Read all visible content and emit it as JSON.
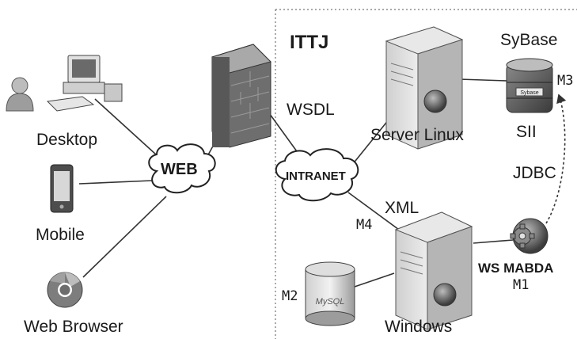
{
  "zone": {
    "title": "ITTJ"
  },
  "nodes": {
    "desktop": {
      "label": "Desktop"
    },
    "mobile": {
      "label": "Mobile"
    },
    "browser": {
      "label": "Web Browser"
    },
    "web_cloud": {
      "label": "WEB"
    },
    "intranet_cloud": {
      "label": "INTRANET"
    },
    "server_linux": {
      "label": "Server Linux"
    },
    "sybase": {
      "label": "SyBase",
      "sublabel": "SII",
      "tag": "M3",
      "badge": "Sybase"
    },
    "windows": {
      "label": "Windows",
      "tag": "M4"
    },
    "mysql": {
      "tag": "M2",
      "badge": "MySQL"
    },
    "ws_mabda": {
      "label": "WS MABDA",
      "tag": "M1"
    }
  },
  "edges": {
    "wsdl": "WSDL",
    "xml": "XML",
    "jdbc": "JDBC"
  },
  "icons": [
    "user-icon",
    "desktop-computer-icon",
    "mobile-phone-icon",
    "chrome-browser-icon",
    "firewall-icon",
    "server-tower-icon",
    "database-icon",
    "gear-globe-icon"
  ]
}
